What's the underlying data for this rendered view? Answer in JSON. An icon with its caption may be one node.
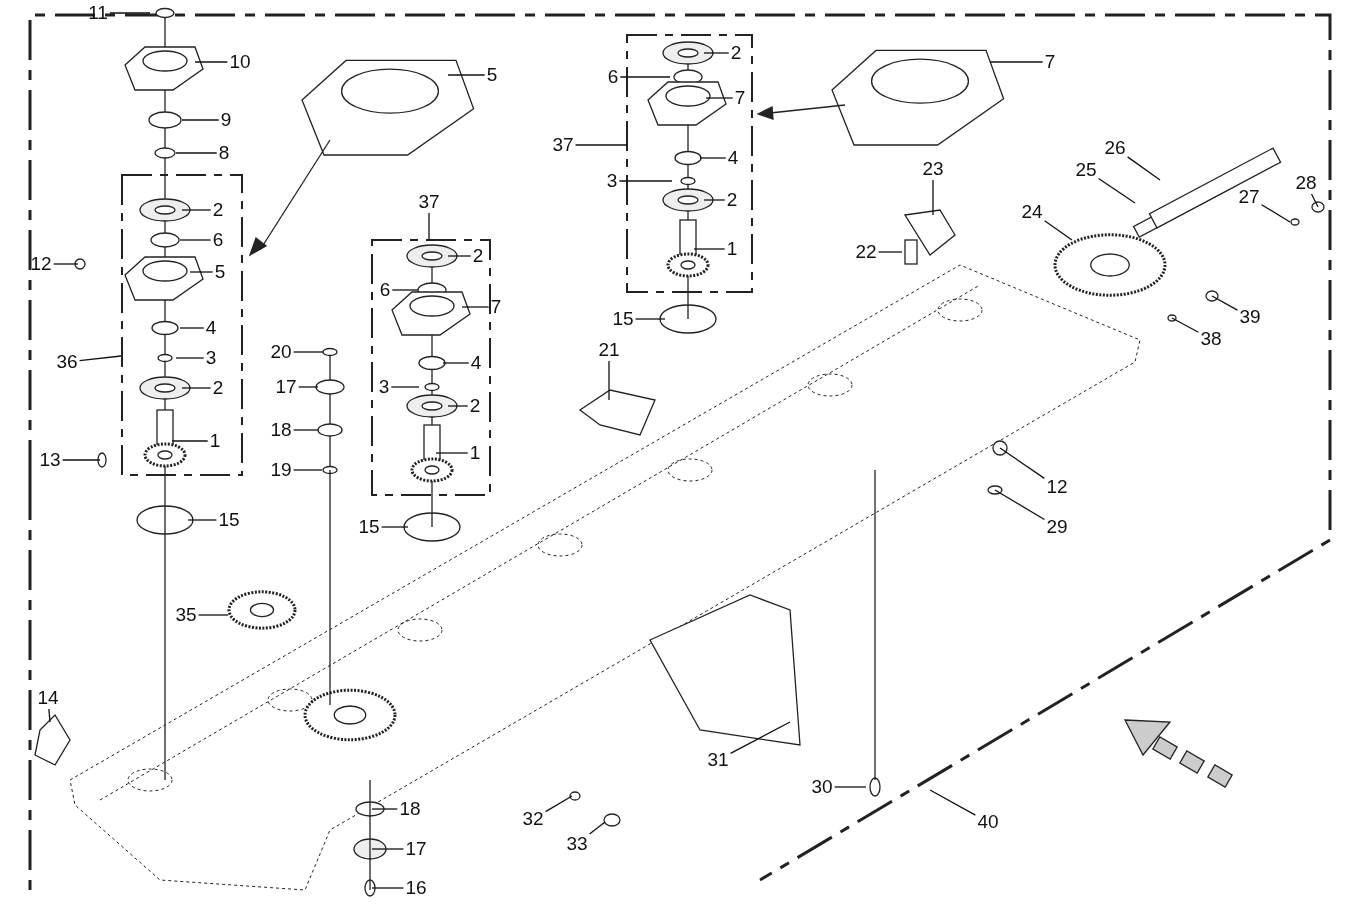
{
  "diagram": {
    "nodes": [
      {
        "text": [
          "11"
        ]
      },
      {
        "text": [
          "10"
        ]
      },
      {
        "text": [
          "5"
        ]
      },
      {
        "text": [
          "9"
        ]
      },
      {
        "text": [
          "8"
        ]
      },
      {
        "text": [
          "2"
        ]
      },
      {
        "text": [
          "6"
        ]
      },
      {
        "text": [
          "12"
        ]
      },
      {
        "text": [
          "5"
        ]
      },
      {
        "text": [
          "4"
        ]
      },
      {
        "text": [
          "36"
        ]
      },
      {
        "text": [
          "3"
        ]
      },
      {
        "text": [
          "2"
        ]
      },
      {
        "text": [
          "1"
        ]
      },
      {
        "text": [
          "13"
        ]
      },
      {
        "text": [
          "15"
        ]
      },
      {
        "text": [
          "20"
        ]
      },
      {
        "text": [
          "17"
        ]
      },
      {
        "text": [
          "18"
        ]
      },
      {
        "text": [
          "19"
        ]
      },
      {
        "text": [
          "37"
        ]
      },
      {
        "text": [
          "2"
        ]
      },
      {
        "text": [
          "6"
        ]
      },
      {
        "text": [
          "7"
        ]
      },
      {
        "text": [
          "4"
        ]
      },
      {
        "text": [
          "3"
        ]
      },
      {
        "text": [
          "2"
        ]
      },
      {
        "text": [
          "1"
        ]
      },
      {
        "text": [
          "15"
        ]
      },
      {
        "text": [
          "37"
        ]
      },
      {
        "text": [
          "2"
        ]
      },
      {
        "text": [
          "6"
        ]
      },
      {
        "text": [
          "7"
        ]
      },
      {
        "text": [
          "4"
        ]
      },
      {
        "text": [
          "3"
        ]
      },
      {
        "text": [
          "2"
        ]
      },
      {
        "text": [
          "1"
        ]
      },
      {
        "text": [
          "15"
        ]
      },
      {
        "text": [
          "7"
        ]
      },
      {
        "text": [
          "23"
        ]
      },
      {
        "text": [
          "22"
        ]
      },
      {
        "text": [
          "21"
        ]
      },
      {
        "text": [
          "26"
        ]
      },
      {
        "text": [
          "25"
        ]
      },
      {
        "text": [
          "24"
        ]
      },
      {
        "text": [
          "27"
        ]
      },
      {
        "text": [
          "28"
        ]
      },
      {
        "text": [
          "39"
        ]
      },
      {
        "text": [
          "38"
        ]
      },
      {
        "text": [
          "12"
        ]
      },
      {
        "text": [
          "29"
        ]
      },
      {
        "text": [
          "35"
        ]
      },
      {
        "text": [
          "14"
        ]
      },
      {
        "text": [
          "31"
        ]
      },
      {
        "text": [
          "30"
        ]
      },
      {
        "text": [
          "40"
        ]
      },
      {
        "text": [
          "18"
        ]
      },
      {
        "text": [
          "32"
        ]
      },
      {
        "text": [
          "17"
        ]
      },
      {
        "text": [
          "33"
        ]
      },
      {
        "text": [
          "16"
        ]
      }
    ],
    "edges": [
      {
        "from": 0,
        "to": null,
        "arrow": "none"
      },
      {
        "from": 1,
        "to": null,
        "arrow": "none"
      },
      {
        "from": 2,
        "to": null,
        "arrow": "none"
      },
      {
        "from": 3,
        "to": null,
        "arrow": "none"
      },
      {
        "from": 4,
        "to": null,
        "arrow": "none"
      },
      {
        "from": 5,
        "to": null,
        "arrow": "none"
      },
      {
        "from": 6,
        "to": null,
        "arrow": "none"
      },
      {
        "from": 7,
        "to": null,
        "arrow": "none"
      },
      {
        "from": 8,
        "to": null,
        "arrow": "none"
      },
      {
        "from": 9,
        "to": null,
        "arrow": "none"
      },
      {
        "from": 10,
        "to": null,
        "arrow": "none"
      },
      {
        "from": 11,
        "to": null,
        "arrow": "none"
      },
      {
        "from": 12,
        "to": null,
        "arrow": "none"
      },
      {
        "from": 13,
        "to": null,
        "arrow": "none"
      },
      {
        "from": 14,
        "to": null,
        "arrow": "none"
      },
      {
        "from": 15,
        "to": null,
        "arrow": "none"
      },
      {
        "from": 16,
        "to": null,
        "arrow": "none"
      },
      {
        "from": 17,
        "to": null,
        "arrow": "none"
      },
      {
        "from": 18,
        "to": null,
        "arrow": "none"
      },
      {
        "from": 19,
        "to": null,
        "arrow": "none"
      },
      {
        "from": 20,
        "to": null,
        "arrow": "none"
      },
      {
        "from": 21,
        "to": null,
        "arrow": "none"
      },
      {
        "from": 22,
        "to": null,
        "arrow": "none"
      },
      {
        "from": 23,
        "to": null,
        "arrow": "none"
      },
      {
        "from": 24,
        "to": null,
        "arrow": "none"
      },
      {
        "from": 25,
        "to": null,
        "arrow": "none"
      },
      {
        "from": 26,
        "to": null,
        "arrow": "none"
      },
      {
        "from": 27,
        "to": null,
        "arrow": "none"
      },
      {
        "from": 28,
        "to": null,
        "arrow": "none"
      },
      {
        "from": 29,
        "to": null,
        "arrow": "none"
      },
      {
        "from": 30,
        "to": null,
        "arrow": "none"
      },
      {
        "from": 31,
        "to": null,
        "arrow": "none"
      },
      {
        "from": 32,
        "to": null,
        "arrow": "none"
      },
      {
        "from": 33,
        "to": null,
        "arrow": "none"
      },
      {
        "from": 34,
        "to": null,
        "arrow": "none"
      },
      {
        "from": 35,
        "to": null,
        "arrow": "none"
      },
      {
        "from": 36,
        "to": null,
        "arrow": "none"
      },
      {
        "from": 37,
        "to": null,
        "arrow": "none"
      },
      {
        "from": 38,
        "to": null,
        "arrow": "none"
      },
      {
        "from": 39,
        "to": null,
        "arrow": "none"
      },
      {
        "from": 40,
        "to": null,
        "arrow": "none"
      },
      {
        "from": 41,
        "to": null,
        "arrow": "none"
      },
      {
        "from": 42,
        "to": null,
        "arrow": "none"
      },
      {
        "from": 43,
        "to": null,
        "arrow": "none"
      },
      {
        "from": 44,
        "to": null,
        "arrow": "none"
      },
      {
        "from": 45,
        "to": null,
        "arrow": "none"
      },
      {
        "from": 46,
        "to": null,
        "arrow": "none"
      },
      {
        "from": 47,
        "to": null,
        "arrow": "none"
      },
      {
        "from": 48,
        "to": null,
        "arrow": "none"
      },
      {
        "from": 49,
        "to": null,
        "arrow": "none"
      },
      {
        "from": 50,
        "to": null,
        "arrow": "none"
      },
      {
        "from": 51,
        "to": null,
        "arrow": "none"
      },
      {
        "from": 52,
        "to": null,
        "arrow": "none"
      },
      {
        "from": 53,
        "to": null,
        "arrow": "none"
      },
      {
        "from": 54,
        "to": null,
        "arrow": "none"
      },
      {
        "from": 55,
        "to": null,
        "arrow": "none"
      },
      {
        "from": 56,
        "to": null,
        "arrow": "none"
      },
      {
        "from": 57,
        "to": null,
        "arrow": "none"
      },
      {
        "from": 58,
        "to": null,
        "arrow": "none"
      },
      {
        "from": 59,
        "to": null,
        "arrow": "none"
      },
      {
        "from": 60,
        "to": null,
        "arrow": "none"
      }
    ]
  }
}
